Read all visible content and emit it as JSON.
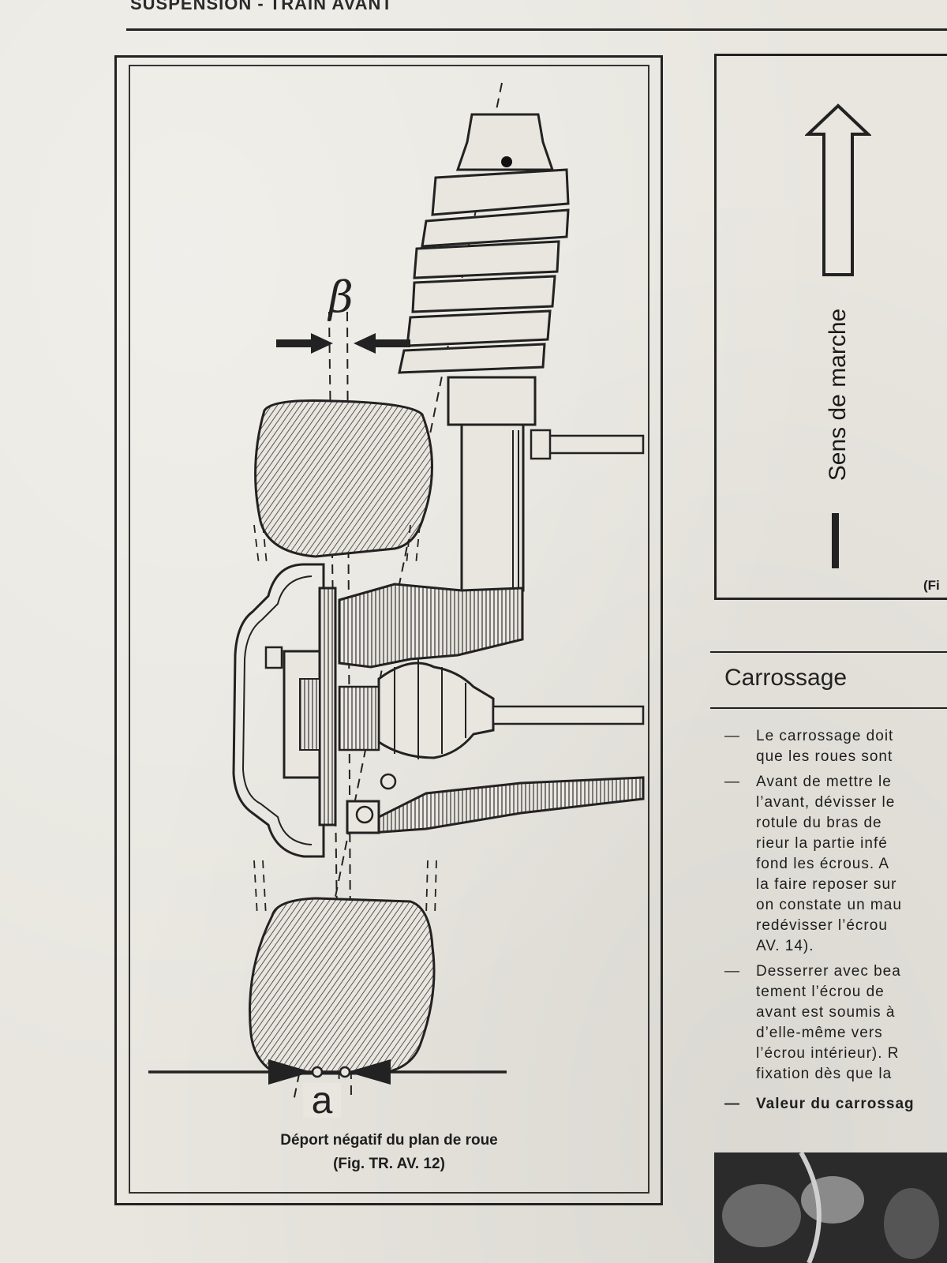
{
  "running_head": "SUSPENSION - TRAIN AVANT",
  "figure": {
    "angle_label": "β",
    "offset_label": "a",
    "caption_line1": "Déport négatif du plan de roue",
    "caption_line2": "(Fig. TR. AV. 12)"
  },
  "side_figure": {
    "direction_label": "Sens de marche",
    "fig_ref": "(Fi"
  },
  "section": {
    "title": "Carrossage",
    "bullets": [
      {
        "dash": "—",
        "lines": [
          "Le carrossage doit",
          "que les roues sont"
        ]
      },
      {
        "dash": "—",
        "lines": [
          "Avant de mettre le",
          "l’avant, dévisser le",
          "rotule du bras de",
          "rieur la partie infé",
          "fond les écrous. A",
          "la faire reposer sur",
          "on constate un mau",
          "redévisser l’écrou",
          "AV. 14)."
        ]
      },
      {
        "dash": "—",
        "lines": [
          "Desserrer avec bea",
          "tement l’écrou de",
          "avant est soumis à",
          "d’elle-même vers",
          "l’écrou intérieur). R",
          "fixation dès que la"
        ]
      },
      {
        "dash": "—",
        "lines": [
          "Valeur du carrossag"
        ],
        "bold": true
      }
    ]
  },
  "colors": {
    "paper": "#e8e6df",
    "ink": "#1e1e1e",
    "tire_fill": "#5a5a5a"
  },
  "icons": [
    "up-arrow-icon"
  ]
}
